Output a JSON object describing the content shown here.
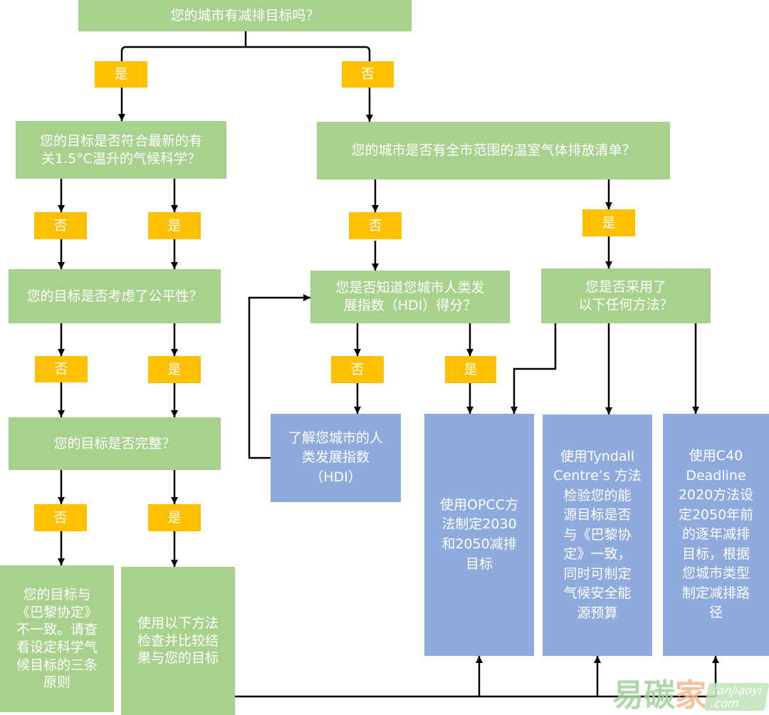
{
  "colors": {
    "question": "#a9d18e",
    "answer": "#ffc000",
    "method": "#8faadc",
    "line": "#000000"
  },
  "q1": "您的城市有减排目标吗？",
  "q1_yes": "是",
  "q1_no": "否",
  "q2": "您的目标是否符合最新的有\n关1.5°C温升的气候科学？",
  "q2_no": "否",
  "q2_yes": "是",
  "q3": "您的城市是否有全市范围的温室气体排放清单？",
  "q3_no": "否",
  "q3_yes": "是",
  "q4": "您的目标是否考虑了公平性？",
  "q4_no": "否",
  "q4_yes": "是",
  "q5": "您是否知道您城市人类发\n展指数（HDI）得分？",
  "q5_no": "否",
  "q5_yes": "是",
  "q6": "您是否采用了\n以下任何方法？",
  "q7": "您的目标是否完整？",
  "q7_no": "否",
  "q7_yes": "是",
  "hdi_box": "了解您城市的人\n类发展指数\n（HDI）",
  "opcc_box": "使用OPCC方\n法制定2030\n和2050减排\n目标",
  "tyndall_box": "使用Tyndall\nCentre’s 方法\n检验您的能\n源目标是否\n与《巴黎协\n定》一致，\n同时可制定\n气候安全能\n源预算",
  "c40_box": "使用C40\nDeadline\n2020方法设\n定2050年前\n的逐年减排\n目标，根据\n您城市类型\n制定减排路\n径",
  "result_no": "您的目标与\n《巴黎协定》\n不一致。请查\n看设定科学气\n候目标的三条\n原则",
  "result_yes": "使用以下方法\n检查并比较结\n果与您的目标",
  "watermark": {
    "cn_a": "易碳",
    "cn_b": "家",
    "en": "tanjiaoyi\n.com"
  }
}
